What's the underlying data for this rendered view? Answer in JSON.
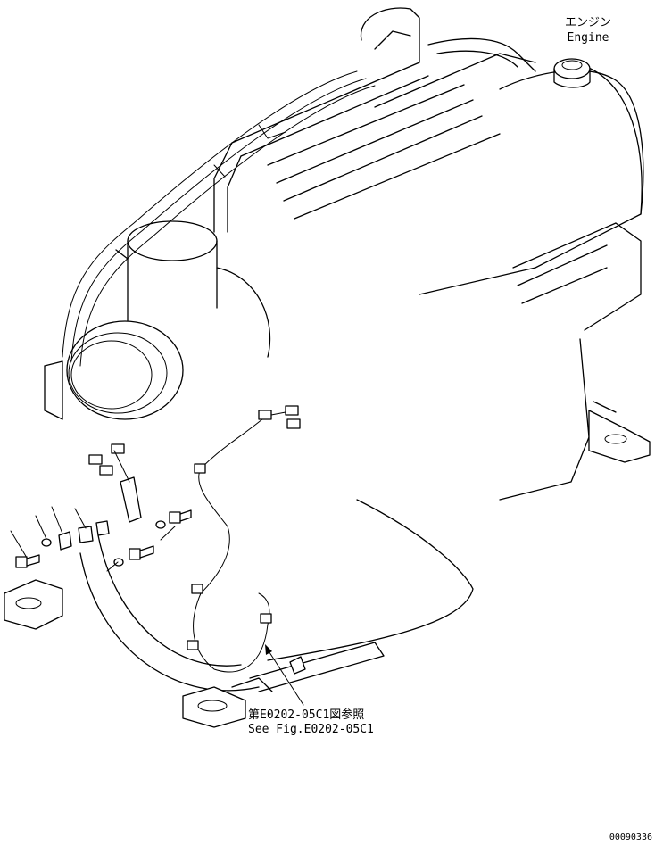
{
  "labels": {
    "engine_jp": "エンジン",
    "engine_en": "Engine",
    "ref_jp": "第E0202-05C1図参照",
    "ref_en": "See Fig.E0202-05C1",
    "drawing_number": "00090336"
  }
}
